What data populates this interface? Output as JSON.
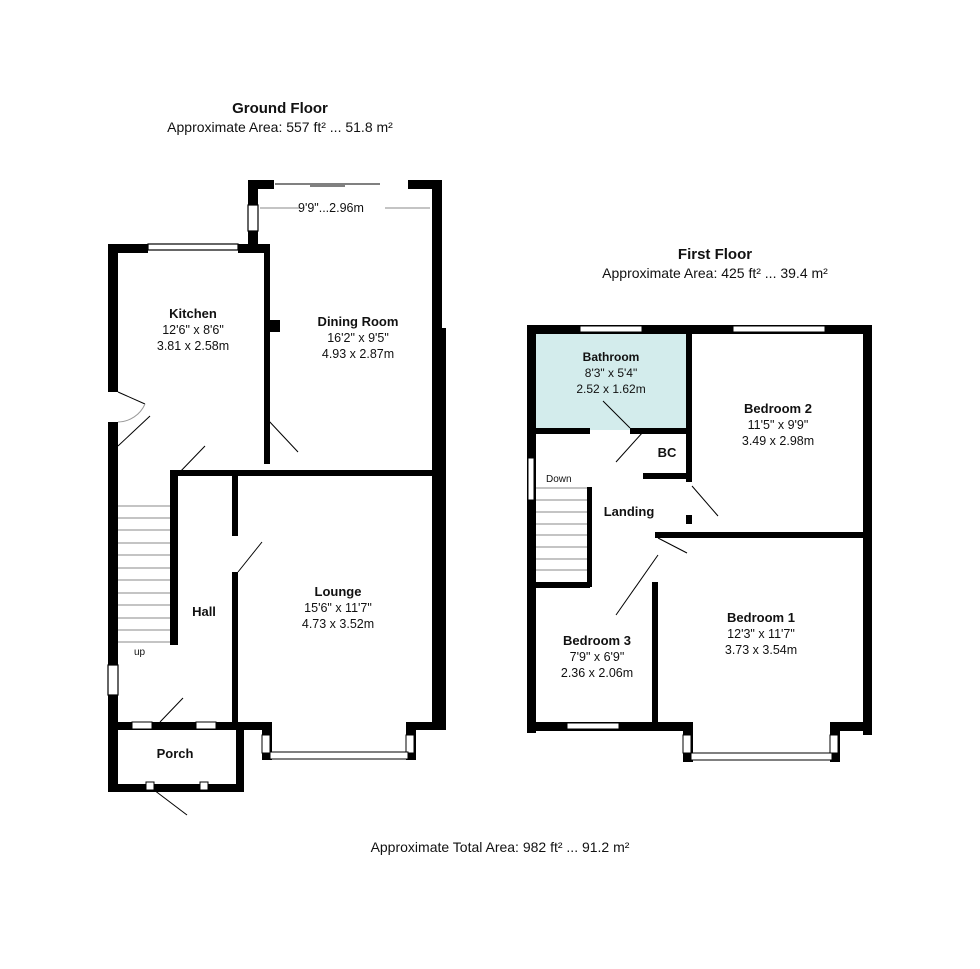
{
  "ground_floor": {
    "title": "Ground Floor",
    "area": "Approximate Area: 557 ft² ... 51.8 m²",
    "rooms": [
      {
        "name": "Kitchen",
        "imperial": "12'6\" x 8'6\"",
        "metric": "3.81 x 2.58m"
      },
      {
        "name": "Dining Room",
        "imperial": "16'2\" x 9'5\"",
        "metric": "4.93 x 2.87m"
      },
      {
        "name": "Lounge",
        "imperial": "15'6\" x 11'7\"",
        "metric": "4.73 x 3.52m"
      },
      {
        "name": "Hall"
      },
      {
        "name": "Porch"
      }
    ],
    "dining_width": "9'9\"...2.96m",
    "stairs_label": "up"
  },
  "first_floor": {
    "title": "First Floor",
    "area": "Approximate Area: 425 ft² ... 39.4 m²",
    "rooms": [
      {
        "name": "Bathroom",
        "imperial": "8'3\" x 5'4\"",
        "metric": "2.52 x 1.62m"
      },
      {
        "name": "Bedroom 2",
        "imperial": "11'5\" x 9'9\"",
        "metric": "3.49 x 2.98m"
      },
      {
        "name": "Bedroom 1",
        "imperial": "12'3\" x 11'7\"",
        "metric": "3.73 x 3.54m"
      },
      {
        "name": "Bedroom 3",
        "imperial": "7'9\" x 6'9\"",
        "metric": "2.36 x 2.06m"
      },
      {
        "name": "Landing"
      },
      {
        "name": "BC"
      }
    ],
    "stairs_label": "Down"
  },
  "total_area": "Approximate Total Area: 982 ft² ... 91.2 m²",
  "colors": {
    "wall": "#000000",
    "bathroom_fill": "#d3ecec",
    "background": "#ffffff"
  }
}
